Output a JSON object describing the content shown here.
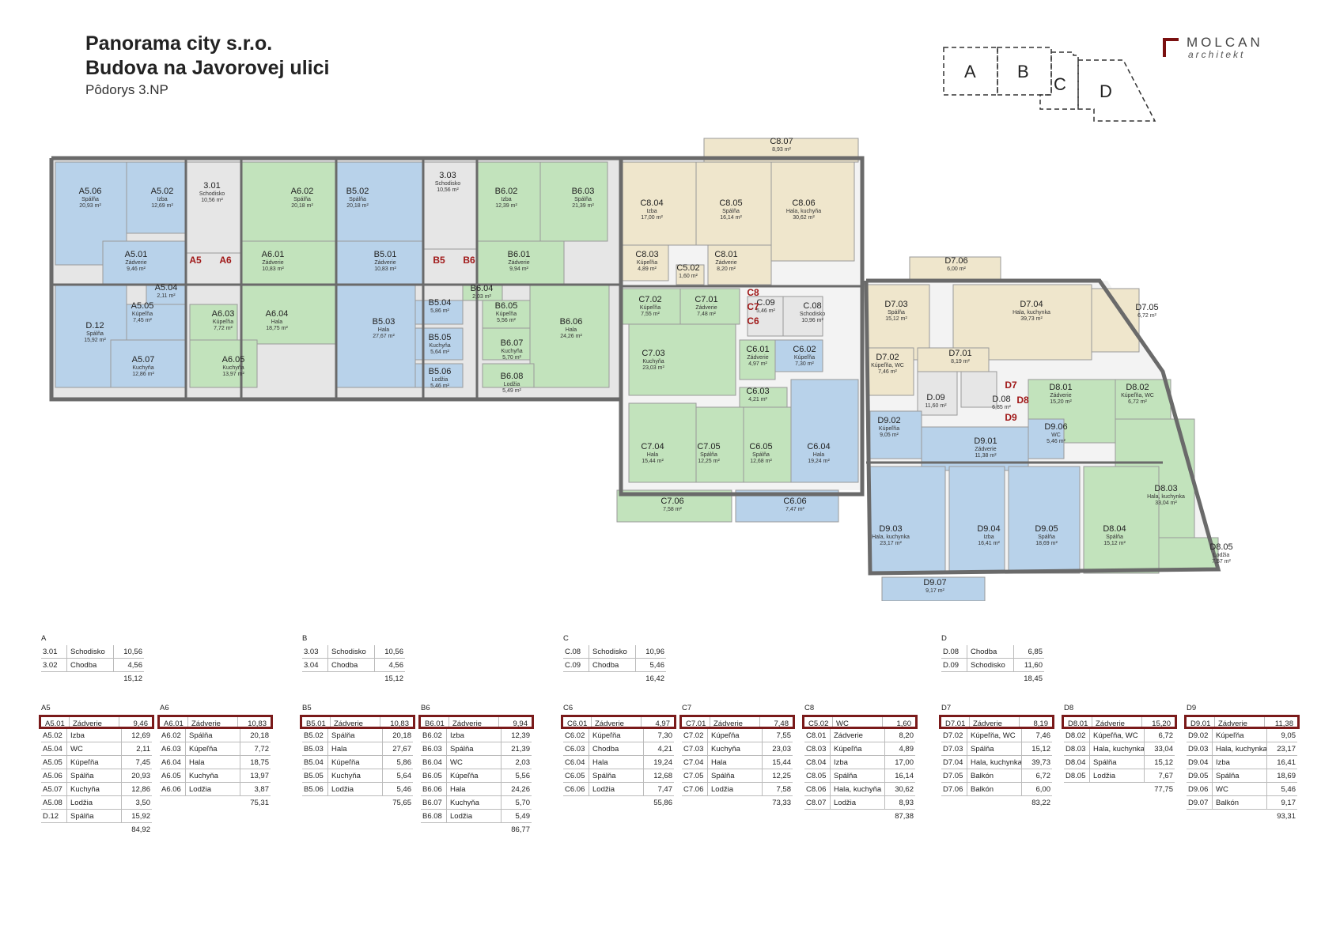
{
  "header": {
    "company": "Panorama city s.r.o.",
    "building": "Budova na Javorovej ulici",
    "floor": "Pôdorys 3.NP"
  },
  "logo": {
    "name": "MOLCAN",
    "sub": "architekt"
  },
  "key_plan": {
    "labels": [
      "A",
      "B",
      "C",
      "D"
    ]
  },
  "colors": {
    "blue": "#b8d2ea",
    "green": "#c2e3bc",
    "beige": "#efe6cc",
    "grey": "#e6e6e6",
    "highlight": "#7a1a1a",
    "wall": "#6a6a6a"
  },
  "rooms": [
    {
      "id": "A5.06",
      "name": "Spálňa",
      "area": "20,93 m²"
    },
    {
      "id": "A5.02",
      "name": "Izba",
      "area": "12,69 m²"
    },
    {
      "id": "3.01",
      "name": "Schodisko",
      "area": "10,56 m²"
    },
    {
      "id": "A6.02",
      "name": "Spálňa",
      "area": "20,18 m²"
    },
    {
      "id": "B5.02",
      "name": "Spálňa",
      "area": "20,18 m²"
    },
    {
      "id": "3.03",
      "name": "Schodisko",
      "area": "10,56 m²"
    },
    {
      "id": "B6.02",
      "name": "Izba",
      "area": "12,39 m²"
    },
    {
      "id": "B6.03",
      "name": "Spálňa",
      "area": "21,39 m²"
    },
    {
      "id": "A5.01",
      "name": "Zádverie",
      "area": "9,46 m²"
    },
    {
      "id": "A6.01",
      "name": "Zádverie",
      "area": "10,83 m²"
    },
    {
      "id": "B5.01",
      "name": "Zádverie",
      "area": "10,83 m²"
    },
    {
      "id": "B6.01",
      "name": "Zádverie",
      "area": "9,94 m²"
    },
    {
      "id": "A5.04",
      "name": "",
      "area": "2,11 m²"
    },
    {
      "id": "A5.05",
      "name": "Kúpeľňa",
      "area": "7,45 m²"
    },
    {
      "id": "D.12",
      "name": "Spálňa",
      "area": "15,92 m²"
    },
    {
      "id": "A6.03",
      "name": "Kúpeľňa",
      "area": "7,72 m²"
    },
    {
      "id": "A6.04",
      "name": "Hala",
      "area": "18,75 m²"
    },
    {
      "id": "B5.03",
      "name": "Hala",
      "area": "27,67 m²"
    },
    {
      "id": "B5.04",
      "name": "",
      "area": "5,86 m²"
    },
    {
      "id": "B6.04",
      "name": "",
      "area": "2,03 m²"
    },
    {
      "id": "B6.05",
      "name": "Kúpeľňa",
      "area": "5,56 m²"
    },
    {
      "id": "B6.06",
      "name": "Hala",
      "area": "24,26 m²"
    },
    {
      "id": "A5.07",
      "name": "Kuchyňa",
      "area": "12,86 m²"
    },
    {
      "id": "A6.05",
      "name": "Kuchyňa",
      "area": "13,97 m²"
    },
    {
      "id": "B5.05",
      "name": "Kuchyňa",
      "area": "5,64 m²"
    },
    {
      "id": "B6.07",
      "name": "Kuchyňa",
      "area": "5,70 m²"
    },
    {
      "id": "B5.06",
      "name": "Lodžia",
      "area": "5,46 m²"
    },
    {
      "id": "B6.08",
      "name": "Lodžia",
      "area": "5,49 m²"
    },
    {
      "id": "C8.07",
      "name": "",
      "area": "8,93 m²"
    },
    {
      "id": "C8.04",
      "name": "Izba",
      "area": "17,00 m²"
    },
    {
      "id": "C8.05",
      "name": "Spálňa",
      "area": "16,14 m²"
    },
    {
      "id": "C8.06",
      "name": "Hala, kuchyňa",
      "area": "30,62 m²"
    },
    {
      "id": "C8.03",
      "name": "Kúpeľňa",
      "area": "4,89 m²"
    },
    {
      "id": "C5.02",
      "name": "",
      "area": "1,60 m²"
    },
    {
      "id": "C8.01",
      "name": "Zádverie",
      "area": "8,20 m²"
    },
    {
      "id": "C7.02",
      "name": "Kúpeľňa",
      "area": "7,55 m²"
    },
    {
      "id": "C7.01",
      "name": "Zádverie",
      "area": "7,48 m²"
    },
    {
      "id": "C.09",
      "name": "",
      "area": "5,46 m²"
    },
    {
      "id": "C.08",
      "name": "Schodisko",
      "area": "10,96 m²"
    },
    {
      "id": "C7.03",
      "name": "Kuchyňa",
      "area": "23,03 m²"
    },
    {
      "id": "C6.01",
      "name": "Zádverie",
      "area": "4,97 m²"
    },
    {
      "id": "C6.02",
      "name": "Kúpeľňa",
      "area": "7,30 m²"
    },
    {
      "id": "C6.03",
      "name": "",
      "area": "4,21 m²"
    },
    {
      "id": "C7.04",
      "name": "Hala",
      "area": "15,44 m²"
    },
    {
      "id": "C7.05",
      "name": "Spálňa",
      "area": "12,25 m²"
    },
    {
      "id": "C6.05",
      "name": "Spálňa",
      "area": "12,68 m²"
    },
    {
      "id": "C6.04",
      "name": "Hala",
      "area": "19,24 m²"
    },
    {
      "id": "C7.06",
      "name": "",
      "area": "7,58 m²"
    },
    {
      "id": "C6.06",
      "name": "",
      "area": "7,47 m²"
    },
    {
      "id": "D7.06",
      "name": "",
      "area": "6,00 m²"
    },
    {
      "id": "D7.03",
      "name": "Spálňa",
      "area": "15,12 m²"
    },
    {
      "id": "D7.04",
      "name": "Hala, kuchynka",
      "area": "39,73 m²"
    },
    {
      "id": "D7.05",
      "name": "",
      "area": "6,72 m²"
    },
    {
      "id": "D7.02",
      "name": "Kúpeľňa, WC",
      "area": "7,46 m²"
    },
    {
      "id": "D7.01",
      "name": "",
      "area": "8,19 m²"
    },
    {
      "id": "D.09",
      "name": "",
      "area": "11,60 m²"
    },
    {
      "id": "D.08",
      "name": "",
      "area": "6,85 m²"
    },
    {
      "id": "D8.01",
      "name": "Zádverie",
      "area": "15,20 m²"
    },
    {
      "id": "D8.02",
      "name": "Kúpeľňa, WC",
      "area": "6,72 m²"
    },
    {
      "id": "D9.02",
      "name": "Kúpeľňa",
      "area": "9,05 m²"
    },
    {
      "id": "D9.01",
      "name": "Zádverie",
      "area": "11,38 m²"
    },
    {
      "id": "D9.06",
      "name": "WC",
      "area": "5,46 m²"
    },
    {
      "id": "D8.03",
      "name": "Hala, kuchynka",
      "area": "33,04 m²"
    },
    {
      "id": "D9.03",
      "name": "Hala, kuchynka",
      "area": "23,17 m²"
    },
    {
      "id": "D9.04",
      "name": "Izba",
      "area": "16,41 m²"
    },
    {
      "id": "D9.05",
      "name": "Spálňa",
      "area": "18,69 m²"
    },
    {
      "id": "D8.04",
      "name": "Spálňa",
      "area": "15,12 m²"
    },
    {
      "id": "D8.05",
      "name": "Lodžia",
      "area": "7,57 m²"
    },
    {
      "id": "D9.07",
      "name": "",
      "area": "9,17 m²"
    }
  ],
  "circulation_labels": [
    "A5",
    "A6",
    "B5",
    "B6",
    "C8",
    "C7",
    "C6",
    "D7",
    "D8",
    "D9"
  ],
  "tables": [
    {
      "title": "A",
      "rows": [
        [
          "3.01",
          "Schodisko",
          "10,56"
        ],
        [
          "3.02",
          "Chodba",
          "4,56"
        ]
      ],
      "total": "15,12"
    },
    {
      "title": "B",
      "rows": [
        [
          "3.03",
          "Schodisko",
          "10,56"
        ],
        [
          "3.04",
          "Chodba",
          "4,56"
        ]
      ],
      "total": "15,12"
    },
    {
      "title": "C",
      "rows": [
        [
          "C.08",
          "Schodisko",
          "10,96"
        ],
        [
          "C.09",
          "Chodba",
          "5,46"
        ]
      ],
      "total": "16,42"
    },
    {
      "title": "D",
      "rows": [
        [
          "D.08",
          "Chodba",
          "6,85"
        ],
        [
          "D.09",
          "Schodisko",
          "11,60"
        ]
      ],
      "total": "18,45"
    },
    {
      "title": "A5",
      "rows": [
        [
          "A5.01",
          "Zádverie",
          "9,46"
        ],
        [
          "A5.02",
          "Izba",
          "12,69"
        ],
        [
          "A5.04",
          "WC",
          "2,11"
        ],
        [
          "A5.05",
          "Kúpeľňa",
          "7,45"
        ],
        [
          "A5.06",
          "Spálňa",
          "20,93"
        ],
        [
          "A5.07",
          "Kuchyňa",
          "12,86"
        ],
        [
          "A5.08",
          "Lodžia",
          "3,50"
        ],
        [
          "D.12",
          "Spálňa",
          "15,92"
        ]
      ],
      "total": "84,92"
    },
    {
      "title": "A6",
      "rows": [
        [
          "A6.01",
          "Zádverie",
          "10,83"
        ],
        [
          "A6.02",
          "Spálňa",
          "20,18"
        ],
        [
          "A6.03",
          "Kúpeľňa",
          "7,72"
        ],
        [
          "A6.04",
          "Hala",
          "18,75"
        ],
        [
          "A6.05",
          "Kuchyňa",
          "13,97"
        ],
        [
          "A6.06",
          "Lodžia",
          "3,87"
        ]
      ],
      "total": "75,31"
    },
    {
      "title": "B5",
      "rows": [
        [
          "B5.01",
          "Zádverie",
          "10,83"
        ],
        [
          "B5.02",
          "Spálňa",
          "20,18"
        ],
        [
          "B5.03",
          "Hala",
          "27,67"
        ],
        [
          "B5.04",
          "Kúpeľňa",
          "5,86"
        ],
        [
          "B5.05",
          "Kuchyňa",
          "5,64"
        ],
        [
          "B5.06",
          "Lodžia",
          "5,46"
        ]
      ],
      "total": "75,65"
    },
    {
      "title": "B6",
      "rows": [
        [
          "B6.01",
          "Zádverie",
          "9,94"
        ],
        [
          "B6.02",
          "Izba",
          "12,39"
        ],
        [
          "B6.03",
          "Spálňa",
          "21,39"
        ],
        [
          "B6.04",
          "WC",
          "2,03"
        ],
        [
          "B6.05",
          "Kúpeľňa",
          "5,56"
        ],
        [
          "B6.06",
          "Hala",
          "24,26"
        ],
        [
          "B6.07",
          "Kuchyňa",
          "5,70"
        ],
        [
          "B6.08",
          "Lodžia",
          "5,49"
        ]
      ],
      "total": "86,77"
    },
    {
      "title": "C6",
      "rows": [
        [
          "C6.01",
          "Zádverie",
          "4,97"
        ],
        [
          "C6.02",
          "Kúpeľňa",
          "7,30"
        ],
        [
          "C6.03",
          "Chodba",
          "4,21"
        ],
        [
          "C6.04",
          "Hala",
          "19,24"
        ],
        [
          "C6.05",
          "Spálňa",
          "12,68"
        ],
        [
          "C6.06",
          "Lodžia",
          "7,47"
        ]
      ],
      "total": "55,86"
    },
    {
      "title": "C7",
      "rows": [
        [
          "C7.01",
          "Zádverie",
          "7,48"
        ],
        [
          "C7.02",
          "Kúpeľňa",
          "7,55"
        ],
        [
          "C7.03",
          "Kuchyňa",
          "23,03"
        ],
        [
          "C7.04",
          "Hala",
          "15,44"
        ],
        [
          "C7.05",
          "Spálňa",
          "12,25"
        ],
        [
          "C7.06",
          "Lodžia",
          "7,58"
        ]
      ],
      "total": "73,33"
    },
    {
      "title": "C8",
      "rows": [
        [
          "C5.02",
          "WC",
          "1,60"
        ],
        [
          "C8.01",
          "Zádverie",
          "8,20"
        ],
        [
          "C8.03",
          "Kúpeľňa",
          "4,89"
        ],
        [
          "C8.04",
          "Izba",
          "17,00"
        ],
        [
          "C8.05",
          "Spálňa",
          "16,14"
        ],
        [
          "C8.06",
          "Hala, kuchyňa",
          "30,62"
        ],
        [
          "C8.07",
          "Lodžia",
          "8,93"
        ]
      ],
      "total": "87,38"
    },
    {
      "title": "D7",
      "rows": [
        [
          "D7.01",
          "Zádverie",
          "8,19"
        ],
        [
          "D7.02",
          "Kúpeľňa, WC",
          "7,46"
        ],
        [
          "D7.03",
          "Spálňa",
          "15,12"
        ],
        [
          "D7.04",
          "Hala, kuchynka",
          "39,73"
        ],
        [
          "D7.05",
          "Balkón",
          "6,72"
        ],
        [
          "D7.06",
          "Balkón",
          "6,00"
        ]
      ],
      "total": "83,22"
    },
    {
      "title": "D8",
      "rows": [
        [
          "D8.01",
          "Zádverie",
          "15,20"
        ],
        [
          "D8.02",
          "Kúpeľňa, WC",
          "6,72"
        ],
        [
          "D8.03",
          "Hala, kuchynka",
          "33,04"
        ],
        [
          "D8.04",
          "Spálňa",
          "15,12"
        ],
        [
          "D8.05",
          "Lodžia",
          "7,67"
        ]
      ],
      "total": "77,75"
    },
    {
      "title": "D9",
      "rows": [
        [
          "D9.01",
          "Zádverie",
          "11,38"
        ],
        [
          "D9.02",
          "Kúpeľňa",
          "9,05"
        ],
        [
          "D9.03",
          "Hala, kuchynka",
          "23,17"
        ],
        [
          "D9.04",
          "Izba",
          "16,41"
        ],
        [
          "D9.05",
          "Spálňa",
          "18,69"
        ],
        [
          "D9.06",
          "WC",
          "5,46"
        ],
        [
          "D9.07",
          "Balkón",
          "9,17"
        ]
      ],
      "total": "93,31"
    }
  ]
}
